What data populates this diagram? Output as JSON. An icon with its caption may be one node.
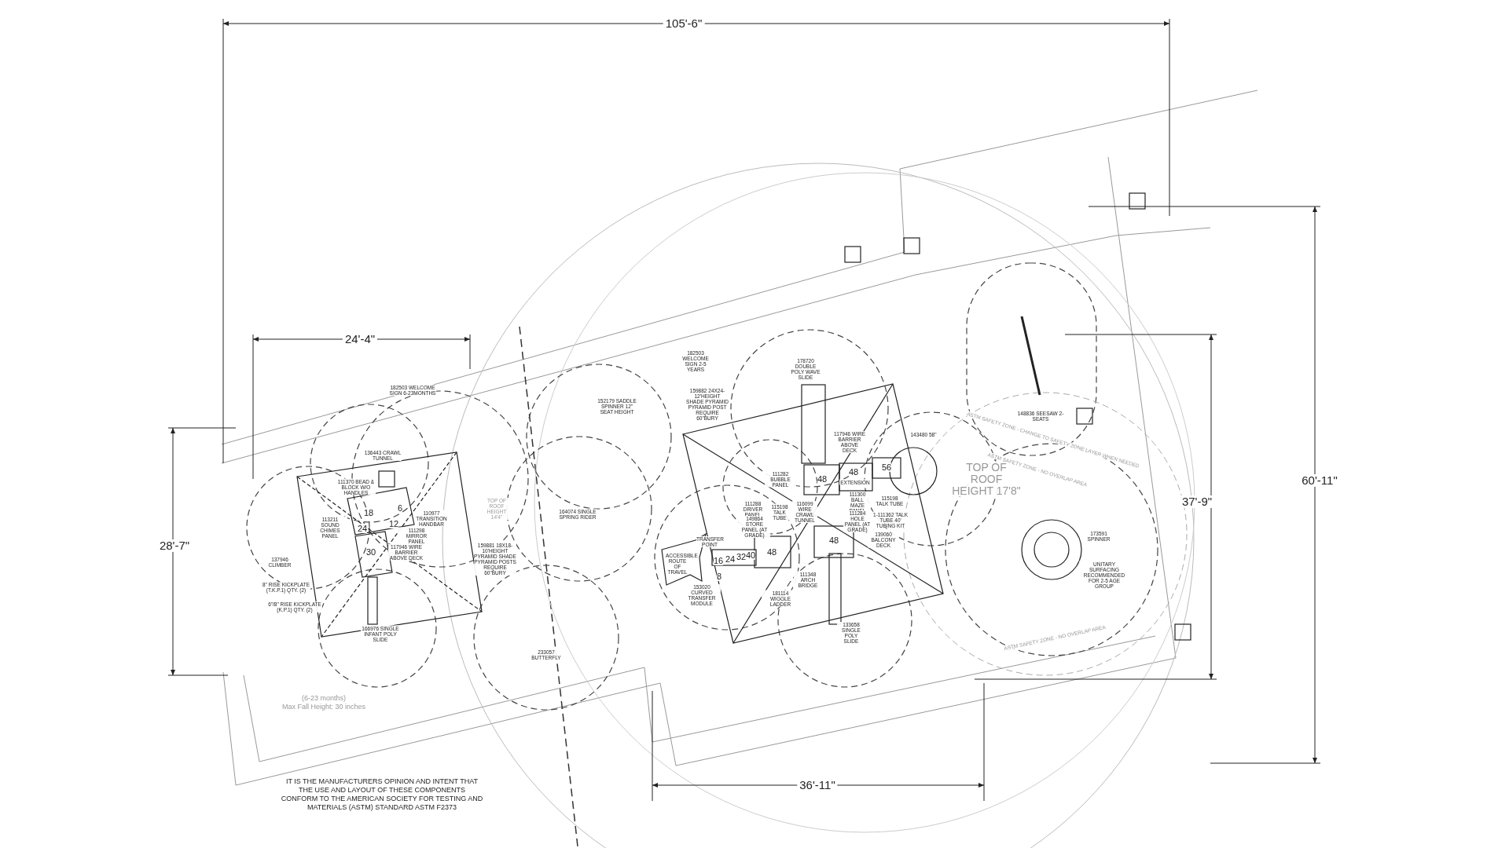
{
  "diagram": {
    "labels": [
      "105'-6\"",
      "24'-4\"",
      "28'-7\"",
      "37'-9\"",
      "60'-11\"",
      "36'-11\"",
      "182503 WELCOME SIGN 6-23MONTHS",
      "136443 CRAWL TUNNEL",
      "111370 BEAD & BLOCK W/O HANDLES",
      "113211 SOUND CHIMES PANEL",
      "110977 TRANSITION HANDBAR",
      "111298 MIRROR PANEL",
      "117946 WIRE BARRIER ABOVE DECK",
      "137946 CLIMBER",
      "8\" RISE KICKPLATE (T.K.P.1) QTY. (2)",
      "6\"/8\" RISE KICKPLATE (K.P.1) QTY. (2)",
      "166976 SINGLE INFANT POLY SLIDE",
      "18",
      "6",
      "24",
      "12",
      "30",
      "159881 18X18-10'HEIGHT PYRAMID SHADE PYRAMID POSTS REQUIRE 60\"BURY",
      "TOP OF ROOF HEIGHT 14'4\"",
      "152179 SADDLE SPINNER 12\" SEAT HEIGHT",
      "164074 SINGLE SPRING RIDER",
      "233057 BUTTERFLY",
      "182503 WELCOME SIGN 2-5 YEARS",
      "159882 24X24-12'HEIGHT SHADE PYRAMID PYRAMID POST REQUIRE 60\"BURY",
      "ACCESSIBLE ROUTE OF TRAVEL",
      "TRANSFER POINT",
      "153020 CURVED TRANSFER MODULE",
      "178720 DOUBLE POLY WAVE SLIDE",
      "117946 WIRE BARRIER ABOVE DECK",
      "143480 58\"",
      "111282 BUBBLE PANEL",
      "111288 DRIVER PANEL",
      "115198 TALK TUBE",
      "116099 WIRE CRAWL TUNNEL",
      "111300 BALL MAZE PANEL",
      "115198 TALK TUBE",
      "149864 STORE PANEL (AT GRADE)",
      "111284 HOLE PANEL (AT GRADE)",
      "1-111362 TALK TUBE 40' TUBING KIT",
      "139060 BALCONY DECK",
      "111348 ARCH BRIDGE",
      "181114 WIGGLE LADDER",
      "133658 SINGLE POLY SLIDE",
      "48",
      "48",
      "EXTENSION",
      "56",
      "48",
      "48",
      "16",
      "24",
      "32",
      "40",
      "8",
      "148836 SEESAW 2-SEATS",
      "173591 SPINNER",
      "UNITARY SURFACING RECOMMENDED FOR 2-5 AGE GROUP",
      "TOP OF ROOF HEIGHT 17'8\"",
      "ASTM SAFETY ZONE - CHANGE TO SAFETY ZONE LAYER WHEN NEEDED",
      "ASTM SAFETY ZONE - NO OVERLAP AREA",
      "ASTM SAFETY ZONE - NO OVERLAP AREA",
      "(6-23 months)",
      "Max Fall Height: 30 inches",
      "IT IS THE MANUFACTURERS OPINION AND INTENT THAT THE USE AND LAYOUT OF THESE COMPONENTS CONFORM TO THE AMERICAN SOCIETY FOR TESTING AND MATERIALS (ASTM) STANDARD ASTM F2373"
    ]
  }
}
